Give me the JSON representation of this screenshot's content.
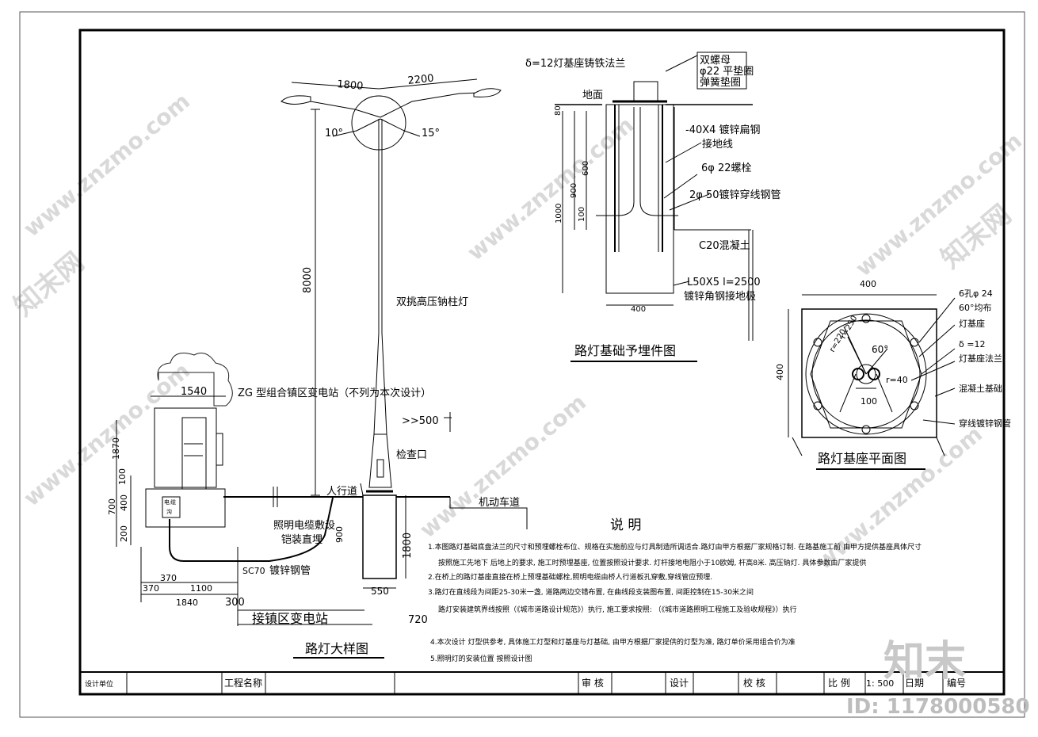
{
  "streetlight_detail": {
    "title": "路灯大样图",
    "arm_left": "1800",
    "arm_right": "2200",
    "angle_left": "10°",
    "angle_right": "15°",
    "pole_height": "8000",
    "pole_label": "双挑高压钠柱灯",
    "inspection_port": "检查口",
    "clearance": ">>500",
    "sidewalk": "人行道",
    "roadway": "机动车道",
    "cable_label_1": "照明电缆敷设",
    "cable_label_2": "铠装直埋",
    "conduit_size": "SC70",
    "conduit_label": "镀锌钢管",
    "foundation_depth": "1800",
    "foundation_width": "550",
    "dim_300": "300",
    "dim_720": "720",
    "dim_900": "900",
    "substation_label": "ZG 型组合镇区变电站（不列为本次设计）",
    "substation_width": "1540",
    "dim_1870": "1870",
    "dim_100": "100",
    "dim_400": "400",
    "dim_700": "700",
    "dim_200": "200",
    "dim_370a": "370",
    "dim_370b": "370",
    "dim_1100": "1100",
    "dim_1840": "1840",
    "box_label_1": "电",
    "box_label_2": "缆",
    "box_label_3": "沟",
    "connect_label": "接镇区变电站"
  },
  "foundation_embedded": {
    "title": "路灯基础予埋件图",
    "flange": "δ=12灯基座铸铁法兰",
    "nut_1": "双螺母",
    "nut_2": "φ22 平垫圈",
    "nut_3": "弹簧垫圈",
    "ground_label": "地面",
    "flat_steel_1": "-40X4  镀锌扁钢",
    "flat_steel_2": "接地线",
    "bolt": "6φ  22螺栓",
    "pipe": "2φ 50镀锌穿线钢管",
    "concrete": "C20混凝土",
    "angle_steel_1": "L50X5 l=2500",
    "angle_steel_2": "镀锌角钢接地极",
    "dim_80": "80",
    "dim_600": "600",
    "dim_900": "900",
    "dim_1000": "1000",
    "dim_100": "100",
    "dim_400": "400"
  },
  "base_plan": {
    "title": "路灯基座平面图",
    "dim_top": "400",
    "dim_left": "400",
    "r250": "r=250",
    "r220": "r=220",
    "angle": "60°",
    "r40": "r=40",
    "dim_100": "100",
    "holes": "6孔φ 24",
    "even": "60°均布",
    "lamp_base": "灯基座",
    "delta": "δ =12",
    "base_flange": "灯基座法兰",
    "concrete_base": "混凝土基础",
    "conduit": "穿线镀锌钢管"
  },
  "notes": {
    "heading": "说   明",
    "line1": "1.本图路灯基础底盘法兰的尺寸和预埋螺栓布位、规格在实施前应与灯具制造所调适合.路灯由甲方根据厂家规格订制. 在路基施工前  由甲方提供基座具体尺寸",
    "line1b": "按照施工先地下  后地上的要求, 施工时预埋基座, 位置按照设计要求. 灯杆接地电阻小于10欧姆, 杆高8米. 高压钠灯. 具体参数由厂家提供",
    "line2": "2.在桥上的路灯基座直接在桥上预埋基础螺栓,照明电缆由桥人行道板孔穿敷,穿线管应预埋.",
    "line3": "3.路灯在直线段为间距25-30米一盏, 道路两边交错布置, 在曲线段支装图布置, 间距控制在15-30米之间",
    "line3b": "路灯安装建筑界线按照（《城市道路设计规范》）执行, 施工要求按照: （《城市道路照明工程施工及验收规程》）执行",
    "line4": "4.本次设计  灯型供参考, 具体施工灯型和灯基座与灯基础, 由甲方根据厂家提供的灯型为准, 路灯单价采用组合价为准",
    "line5": "5.照明灯的安装位置  按照设计图"
  },
  "title_block": {
    "designer": "设计单位",
    "project": "工程名称",
    "review": "审 核",
    "design": "设计",
    "check": "校 核",
    "scale_label": "比  例",
    "scale": "1: 500",
    "date": "日期",
    "number": "编号"
  },
  "watermark": {
    "site": "www.znzmo.com",
    "brand": "知末网",
    "logo": "知末",
    "id": "ID: 1178000580"
  }
}
